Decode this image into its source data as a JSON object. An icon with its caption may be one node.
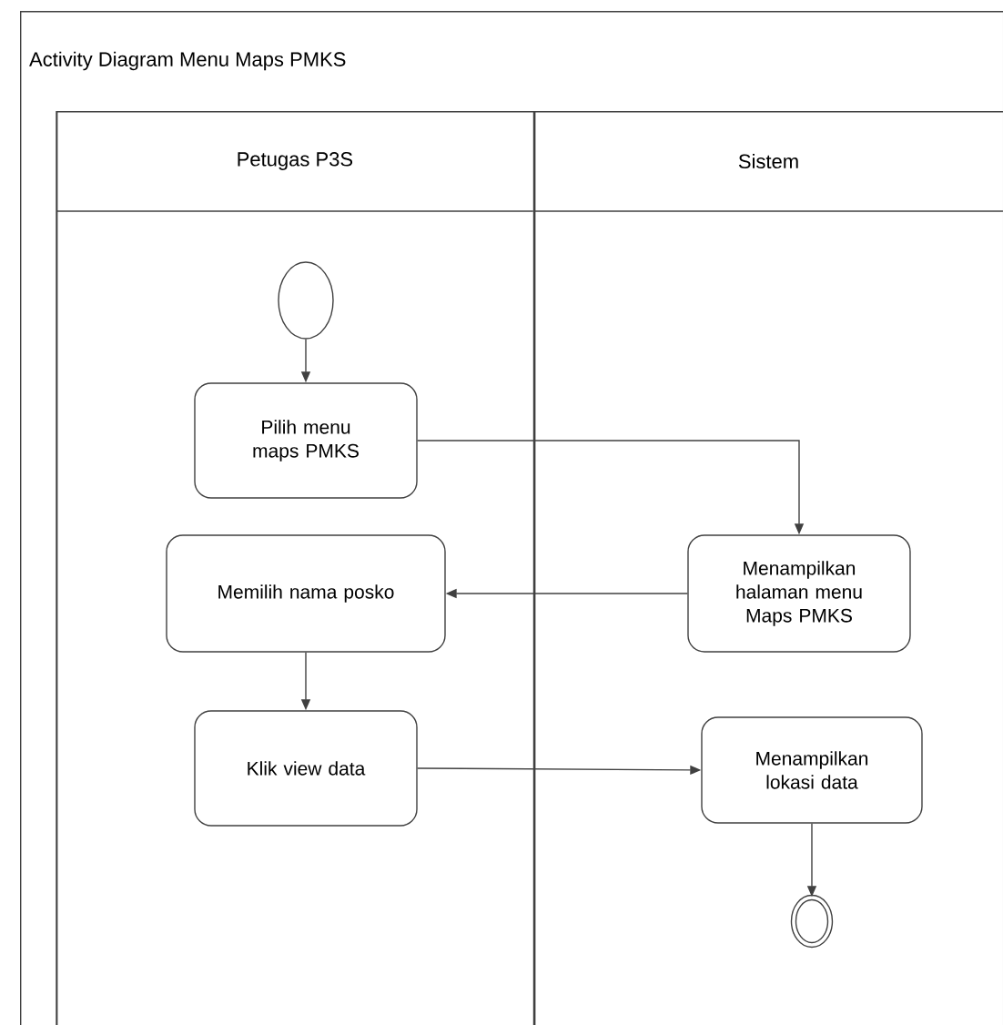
{
  "diagram": {
    "nodes": [
      {
        "text": [
          "Activity Diagram Menu Maps PMKS"
        ]
      },
      {
        "text": [
          "Petugas P3S"
        ],
        "in": 0
      },
      {
        "text": [
          "Sistem"
        ],
        "in": 0
      },
      {
        "text": [],
        "shape": "circle",
        "in": 1
      },
      {
        "text": [
          "Pilih menu maps PMKS"
        ],
        "in": 1
      },
      {
        "text": [
          "Menampilkan halaman menu Maps PMKS"
        ],
        "in": 2
      },
      {
        "text": [
          "Memilih nama posko"
        ],
        "in": 1
      },
      {
        "text": [
          "Klik view data"
        ],
        "in": 1
      },
      {
        "text": [
          "Menampilkan lokasi data"
        ],
        "in": 2
      },
      {
        "text": [],
        "shape": "circle",
        "in": 2
      }
    ],
    "edges": [
      {
        "from": 3,
        "to": 4,
        "arrow": "to"
      },
      {
        "from": 4,
        "to": 5,
        "arrow": "to"
      },
      {
        "from": 5,
        "to": 6,
        "arrow": "to"
      },
      {
        "from": 6,
        "to": 7,
        "arrow": "to"
      },
      {
        "from": 7,
        "to": 8,
        "arrow": "to"
      },
      {
        "from": 8,
        "to": 9,
        "arrow": "to"
      }
    ]
  }
}
